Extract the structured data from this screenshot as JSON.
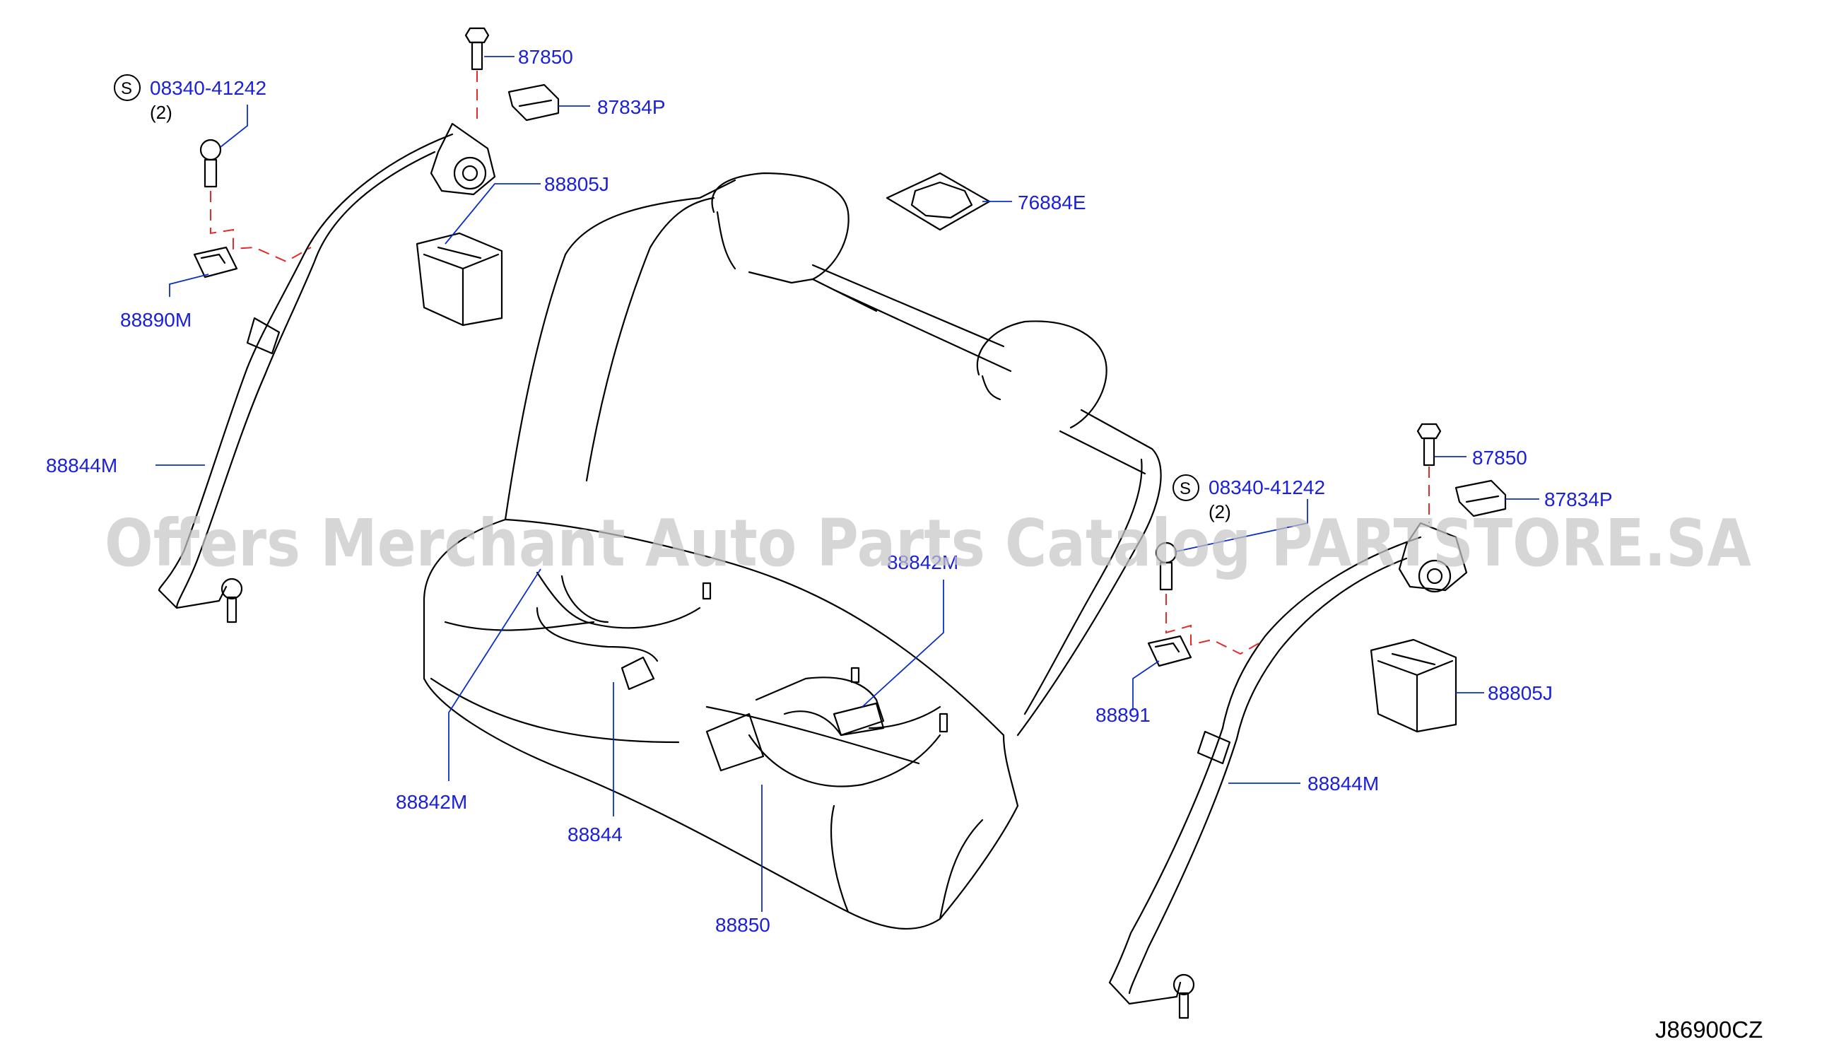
{
  "watermark": "Offers Merchant Auto Parts Catalog PARTSTORE.SA",
  "diagram_code": "J86900CZ",
  "callouts": [
    {
      "id": "c1",
      "label": "87850"
    },
    {
      "id": "c2",
      "label": "87834P"
    },
    {
      "id": "c3",
      "label": "08340-41242",
      "qty": "(2)",
      "symbol": "S"
    },
    {
      "id": "c4",
      "label": "88805J"
    },
    {
      "id": "c5",
      "label": "76884E"
    },
    {
      "id": "c6",
      "label": "88890M"
    },
    {
      "id": "c7",
      "label": "88844M"
    },
    {
      "id": "c8",
      "label": "88842M"
    },
    {
      "id": "c9",
      "label": "88844"
    },
    {
      "id": "c10",
      "label": "88850"
    },
    {
      "id": "c11",
      "label": "88842M"
    },
    {
      "id": "c12",
      "label": "87850"
    },
    {
      "id": "c13",
      "label": "87834P"
    },
    {
      "id": "c14",
      "label": "08340-41242",
      "qty": "(2)",
      "symbol": "S"
    },
    {
      "id": "c15",
      "label": "88891"
    },
    {
      "id": "c16",
      "label": "88805J"
    },
    {
      "id": "c17",
      "label": "88844M"
    }
  ]
}
